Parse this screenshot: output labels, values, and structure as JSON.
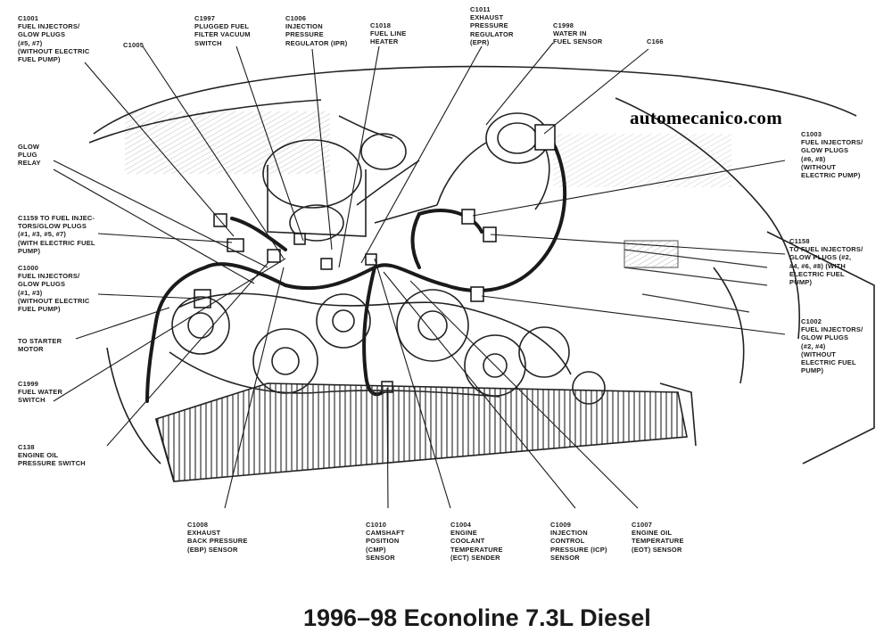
{
  "watermark": "automecanico.com",
  "caption": "1996–98 Econoline 7.3L Diesel",
  "labels": {
    "c1001": "C1001\nFUEL INJECTORS/\nGLOW PLUGS\n(#5, #7)\n(WITHOUT ELECTRIC\nFUEL PUMP)",
    "c1005": "C1005",
    "c1997": "C1997\nPLUGGED FUEL\nFILTER VACUUM\nSWITCH",
    "c1006": "C1006\nINJECTION\nPRESSURE\nREGULATOR (IPR)",
    "c1018": "C1018\nFUEL LINE\nHEATER",
    "c1011": "C1011\nEXHAUST\nPRESSURE\nREGULATOR\n(EPR)",
    "c1998": "C1998\nWATER IN\nFUEL SENSOR",
    "c166": "C166",
    "glow_plug_relay": "GLOW\nPLUG\nRELAY",
    "c1003": "C1003\nFUEL INJECTORS/\nGLOW PLUGS\n(#6, #8)\n(WITHOUT\nELECTRIC PUMP)",
    "c1159": "C1159 TO FUEL INJEC-\nTORS/GLOW PLUGS\n(#1, #3, #5, #7)\n(WITH ELECTRIC FUEL\nPUMP)",
    "c1158": "C1158\nTO FUEL INJECTORS/\nGLOW PLUGS (#2,\n#4, #6, #8) (WITH\nELECTRIC FUEL\nPUMP)",
    "c1000": "C1000\nFUEL INJECTORS/\nGLOW PLUGS\n(#1, #3)\n(WITHOUT ELECTRIC\nFUEL PUMP)",
    "to_starter": "TO STARTER\nMOTOR",
    "c1002": "C1002\nFUEL INJECTORS/\nGLOW PLUGS\n(#2, #4)\n(WITHOUT\nELECTRIC FUEL\nPUMP)",
    "c1999": "C1999\nFUEL WATER\nSWITCH",
    "c138": "C138\nENGINE OIL\nPRESSURE SWITCH",
    "c1008": "C1008\nEXHAUST\nBACK PRESSURE\n(EBP) SENSOR",
    "c1010": "C1010\nCAMSHAFT\nPOSITION\n(CMP)\nSENSOR",
    "c1004": "C1004\nENGINE\nCOOLANT\nTEMPERATURE\n(ECT) SENDER",
    "c1009": "C1009\nINJECTION\nCONTROL\nPRESSURE (ICP)\nSENSOR",
    "c1007": "C1007\nENGINE OIL\nTEMPERATURE\n(EOT) SENSOR"
  }
}
